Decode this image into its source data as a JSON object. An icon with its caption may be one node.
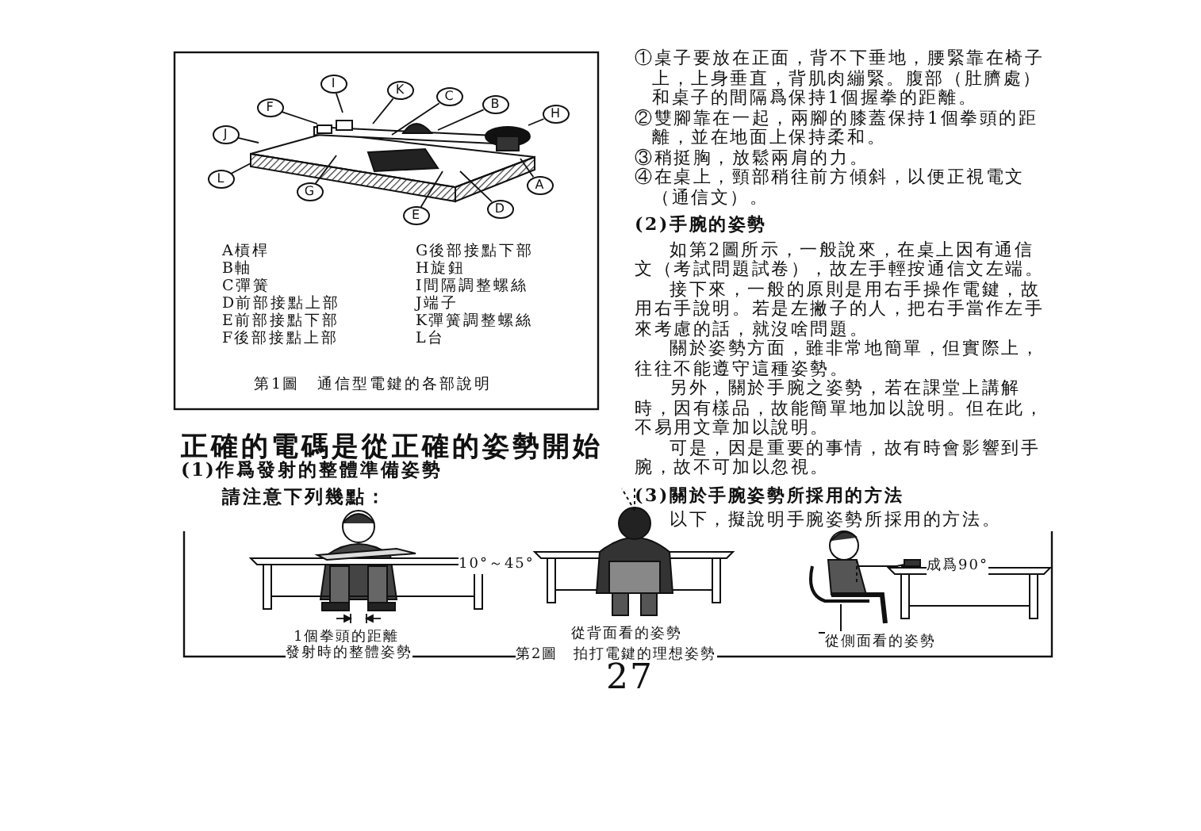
{
  "diagram": {
    "nodes": [
      {
        "text": [
          "I"
        ]
      },
      {
        "text": [
          "K"
        ]
      },
      {
        "text": [
          "C"
        ]
      },
      {
        "text": [
          "B"
        ]
      },
      {
        "text": [
          "F"
        ]
      },
      {
        "text": [
          "H"
        ]
      },
      {
        "text": [
          "J"
        ]
      },
      {
        "text": [
          "L"
        ]
      },
      {
        "text": [
          "G"
        ]
      },
      {
        "text": [
          "A"
        ]
      },
      {
        "text": [
          "E"
        ]
      },
      {
        "text": [
          "D"
        ]
      },
      {
        "text": [],
        "shape": "picture"
      }
    ],
    "edges": [
      {
        "from": 0,
        "to": 12,
        "arrow": "none"
      },
      {
        "from": 1,
        "to": 12,
        "arrow": "none"
      },
      {
        "from": 2,
        "to": 12,
        "arrow": "none"
      },
      {
        "from": 3,
        "to": 12,
        "arrow": "none"
      },
      {
        "from": 4,
        "to": 12,
        "arrow": "none"
      },
      {
        "from": 5,
        "to": 12,
        "arrow": "none"
      },
      {
        "from": 6,
        "to": 12,
        "arrow": "none"
      },
      {
        "from": 7,
        "to": 12,
        "arrow": "none"
      },
      {
        "from": 8,
        "to": 12,
        "arrow": "none"
      },
      {
        "from": 9,
        "to": 12,
        "arrow": "none"
      },
      {
        "from": 10,
        "to": 12,
        "arrow": "none"
      },
      {
        "from": 11,
        "to": 12,
        "arrow": "none"
      }
    ],
    "labels": [
      "A槓桿",
      "G後部接點下部",
      "B軸",
      "H旋鈕",
      "C彈簧",
      "I間隔調整螺絲",
      "D前部接點上部",
      "J端子",
      "E前部接點下部",
      "K彈簧調整螺絲",
      "F後部接點上部",
      "L台",
      "第1圖　通信型電鍵的各部說明",
      "正確的電碼是從正確的姿勢開始",
      "(1)作爲發射的整體準備姿勢",
      "請注意下列幾點：",
      "①桌子要放在正面，背不下垂地，腰緊靠在椅子上，上身垂直，背肌肉繃緊。腹部（肚臍處）和桌子的間隔爲保持1個握拳的距離。",
      "②雙腳靠在一起，兩腳的膝蓋保持1個拳頭的距離，並在地面上保持柔和。",
      "③稍挺胸，放鬆兩肩的力。",
      "④在桌上，頸部稍往前方傾斜，以便正視電文（通信文）。",
      "(2)手腕的姿勢",
      "如第2圖所示，一般說來，在桌上因有通信文（考試問題試卷），故左手輕按通信文左端。",
      "接下來，一般的原則是用右手操作電鍵，故用右手說明。若是左撇子的人，把右手當作左手來考慮的話，就沒啥問題。",
      "關於姿勢方面，雖非常地簡單，但實際上，往往不能遵守這種姿勢。",
      "另外，關於手腕之姿勢，若在課堂上講解時，因有樣品，故能簡單地加以說明。但在此，不易用文章加以說明。",
      "可是，因是重要的事情，故有時會影響到手腕，故不可加以忽視。",
      "(3)關於手腕姿勢所採用的方法",
      "以下，擬說明手腕姿勢所採用的方法。",
      "1個拳頭的距離",
      "發射時的整體姿勢",
      "10°～45°",
      "從背面看的姿勢",
      "成爲90°",
      "從側面看的姿勢",
      "第2圖　拍打電鍵的理想姿勢",
      "27"
    ]
  }
}
